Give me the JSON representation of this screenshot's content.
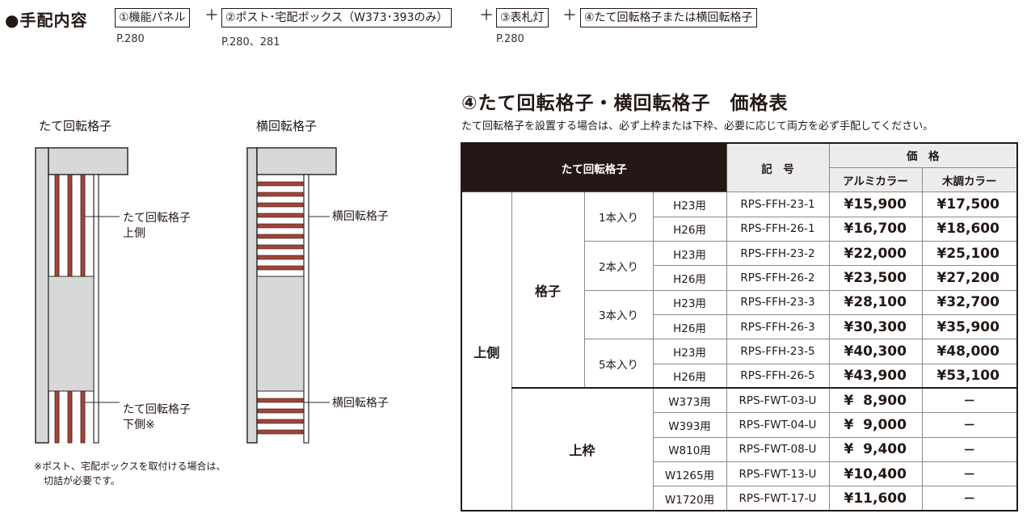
{
  "header": {
    "title": "●手配内容",
    "steps": [
      {
        "label": "①機能パネル",
        "ref": "P.280"
      },
      {
        "label": "②ポスト･宅配ボックス（W373･393のみ）",
        "ref": "P.280、281"
      },
      {
        "label": "③表札灯",
        "ref": "P.280"
      },
      {
        "label": "④たて回転格子または横回転格子",
        "ref": ""
      }
    ],
    "plus": "＋"
  },
  "diagram": {
    "left_title": "たて回転格子",
    "right_title": "横回転格子",
    "callout_upper_line1": "たて回転格子",
    "callout_upper_line2": "上側",
    "callout_lower_line1": "たて回転格子",
    "callout_lower_line2": "下側※",
    "callout_right_upper": "横回転格子",
    "callout_right_lower": "横回転格子",
    "note_line1": "※ポスト、宅配ボックスを取付ける場合は、",
    "note_line2": "切詰が必要です。",
    "colors": {
      "slat": "#a0453a",
      "panel": "#d8d8d8",
      "frame": "#2b2b2b"
    }
  },
  "price_section": {
    "title": "④たて回転格子・横回転格子　価格表",
    "subtitle": "たて回転格子を設置する場合は、必ず上枠または下枠、必要に応じて両方を必ず手配してください。",
    "table": {
      "head_main": "たて回転格子",
      "head_code": "記　号",
      "head_price": "価　格",
      "head_alumi": "アルミカラー",
      "head_wood": "木調カラー",
      "side": "上側",
      "group1": "格子",
      "group2": "上枠",
      "sets": [
        {
          "count": "1本入り",
          "rows": [
            {
              "h": "H23用",
              "code": "RPS-FFH-23-1",
              "alumi": "¥15,900",
              "wood": "¥17,500"
            },
            {
              "h": "H26用",
              "code": "RPS-FFH-26-1",
              "alumi": "¥16,700",
              "wood": "¥18,600"
            }
          ]
        },
        {
          "count": "2本入り",
          "rows": [
            {
              "h": "H23用",
              "code": "RPS-FFH-23-2",
              "alumi": "¥22,000",
              "wood": "¥25,100"
            },
            {
              "h": "H26用",
              "code": "RPS-FFH-26-2",
              "alumi": "¥23,500",
              "wood": "¥27,200"
            }
          ]
        },
        {
          "count": "3本入り",
          "rows": [
            {
              "h": "H23用",
              "code": "RPS-FFH-23-3",
              "alumi": "¥28,100",
              "wood": "¥32,700"
            },
            {
              "h": "H26用",
              "code": "RPS-FFH-26-3",
              "alumi": "¥30,300",
              "wood": "¥35,900"
            }
          ]
        },
        {
          "count": "5本入り",
          "rows": [
            {
              "h": "H23用",
              "code": "RPS-FFH-23-5",
              "alumi": "¥40,300",
              "wood": "¥48,000"
            },
            {
              "h": "H26用",
              "code": "RPS-FFH-26-5",
              "alumi": "¥43,900",
              "wood": "¥53,100"
            }
          ]
        }
      ],
      "frames": [
        {
          "w": "W373用",
          "code": "RPS-FWT-03-U",
          "alumi": "¥  8,900",
          "wood": "－"
        },
        {
          "w": "W393用",
          "code": "RPS-FWT-04-U",
          "alumi": "¥  9,000",
          "wood": "－"
        },
        {
          "w": "W810用",
          "code": "RPS-FWT-08-U",
          "alumi": "¥  9,400",
          "wood": "－"
        },
        {
          "w": "W1265用",
          "code": "RPS-FWT-13-U",
          "alumi": "¥10,400",
          "wood": "－"
        },
        {
          "w": "W1720用",
          "code": "RPS-FWT-17-U",
          "alumi": "¥11,600",
          "wood": "－"
        }
      ]
    }
  }
}
